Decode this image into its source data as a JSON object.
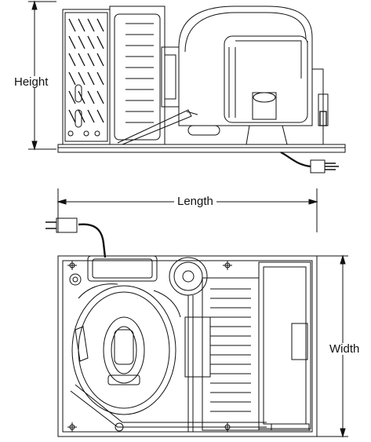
{
  "dimensions": {
    "height_label": "Height",
    "length_label": "Length",
    "width_label": "Width"
  },
  "colors": {
    "line": "#111111",
    "background": "#ffffff"
  }
}
